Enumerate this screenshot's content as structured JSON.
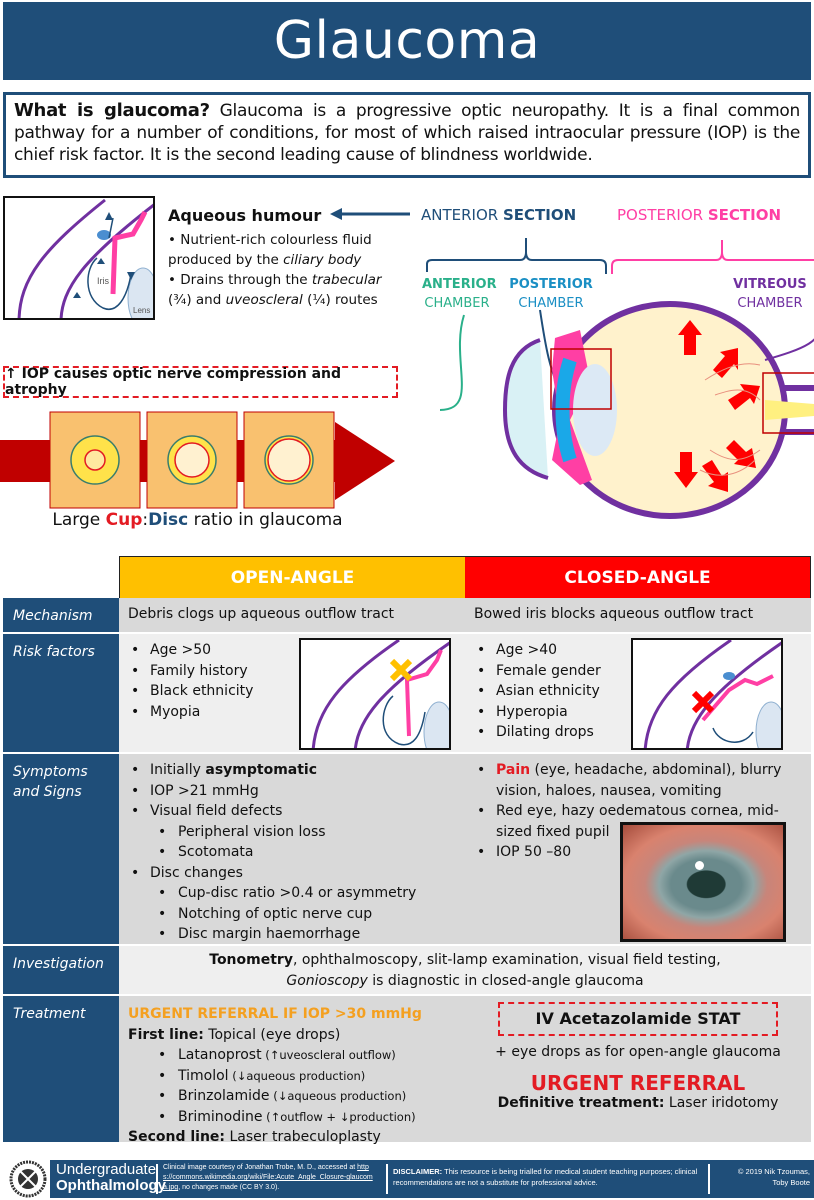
{
  "title": "Glaucoma",
  "intro": {
    "heading": "What is glaucoma?",
    "text": " Glaucoma is a progressive optic neuropathy. It is a final common pathway for a number of conditions, for most of which raised intraocular pressure (IOP) is the chief risk factor. It is the second leading cause of blindness worldwide."
  },
  "aqueous": {
    "title": "Aqueous humour",
    "bullet1_a": "• Nutrient-rich colourless fluid produced by the ",
    "bullet1_b": "ciliary body",
    "bullet2_a": "• Drains through the ",
    "bullet2_b": "trabecular",
    "bullet2_c": " (¾) and ",
    "bullet2_d": "uveoscleral",
    "bullet2_e": " (¼) routes",
    "diagram_labels": {
      "iris": "Iris",
      "lens": "Lens"
    }
  },
  "eye_diagram": {
    "anterior_section_a": "ANTERIOR",
    "anterior_section_b": "SECTION",
    "posterior_section_a": "POSTERIOR",
    "posterior_section_b": "SECTION",
    "anterior_chamber_a": "ANTERIOR",
    "anterior_chamber_b": "CHAMBER",
    "posterior_chamber_a": "POSTERIOR",
    "posterior_chamber_b": "CHAMBER",
    "vitreous_chamber_a": "VITREOUS",
    "vitreous_chamber_b": "CHAMBER"
  },
  "iop_note": "↑ IOP causes optic nerve compression and atrophy",
  "cup_disc": {
    "a": "Large ",
    "cup": "Cup",
    "colon": ":",
    "disc": "Disc",
    "b": " ratio in glaucoma"
  },
  "table": {
    "headers": {
      "open": "OPEN-ANGLE",
      "closed": "CLOSED-ANGLE"
    },
    "rows": {
      "mechanism": {
        "label": "Mechanism",
        "open": "Debris clogs up aqueous outflow tract",
        "closed": "Bowed iris blocks aqueous outflow tract"
      },
      "risk": {
        "label": "Risk factors",
        "open": [
          "Age >50",
          "Family history",
          "Black ethnicity",
          "Myopia"
        ],
        "closed": [
          "Age >40",
          "Female gender",
          "Asian ethnicity",
          "Hyperopia",
          "Dilating drops"
        ]
      },
      "symptoms": {
        "label1": "Symptoms",
        "label2": "and Signs",
        "open": {
          "i1a": "Initially ",
          "i1b": "asymptomatic",
          "i2": "IOP >21  mmHg",
          "i3": "Visual field defects",
          "i3s1": "Peripheral vision loss",
          "i3s2": "Scotomata",
          "i4": "Disc changes",
          "i4s1": "Cup-disc ratio >0.4 or asymmetry",
          "i4s2": "Notching of optic nerve cup",
          "i4s3": "Disc margin haemorrhage"
        },
        "closed": {
          "i1a": "Pain",
          "i1b": " (eye, headache, abdominal), blurry vision, haloes, nausea, vomiting",
          "i2": "Red eye, hazy oedematous cornea, mid-sized fixed pupil",
          "i3": "IOP 50 –80"
        }
      },
      "investigation": {
        "label": "Investigation",
        "l1a": "Tonometry",
        "l1b": ", ophthalmoscopy, slit-lamp examination, visual field testing,",
        "l2a": "Gonioscopy",
        "l2b": " is diagnostic in closed-angle glaucoma"
      },
      "treatment": {
        "label": "Treatment",
        "open": {
          "urgent": "URGENT REFERRAL IF IOP >30 mmHg",
          "first_a": "First line:",
          "first_b": " Topical (eye drops)",
          "drugs": [
            {
              "name": "Latanoprost",
              "note": " (↑uveoscleral outflow)"
            },
            {
              "name": "Timolol",
              "note": " (↓aqueous production)"
            },
            {
              "name": "Brinzolamide",
              "note": " (↓aqueous production)"
            },
            {
              "name": "Briminodine",
              "note": " (↑outflow + ↓production)"
            }
          ],
          "second_a": "Second line:",
          "second_b": " Laser trabeculoplasty"
        },
        "closed": {
          "stat": "IV Acetazolamide  STAT",
          "plus": "+ eye drops as for open-angle glaucoma",
          "urgent": "URGENT REFERRAL",
          "def_a": "Definitive treatment:",
          "def_b": " Laser iridotomy"
        }
      }
    }
  },
  "footer": {
    "brand1": "Undergraduate",
    "brand2": "Ophthalmology",
    "credit_a": "Clinical image courtesy of Jonathan Trobe, M. D., accessed at ",
    "credit_link": "https://commons.wikimedia.org/wiki/File:Acute_Angle_Closure-glaucoma.jpg",
    "credit_b": ", no changes made (CC BY 3.0).",
    "disclaimer_a": "DISCLAIMER:",
    "disclaimer_b": " This resource is being trialled for medical student teaching purposes; clinical recommendations are not a substitute for professional advice.",
    "copyright1": "© 2019 Nik Tzoumas,",
    "copyright2": "Toby Boote"
  },
  "colors": {
    "navy": "#1f4e79",
    "open_angle": "#ffc000",
    "closed_angle": "#ff0000",
    "alert_red": "#e31b23",
    "urgent_orange": "#f4a020",
    "pink": "#ff3fa4",
    "purple": "#7030a0"
  }
}
